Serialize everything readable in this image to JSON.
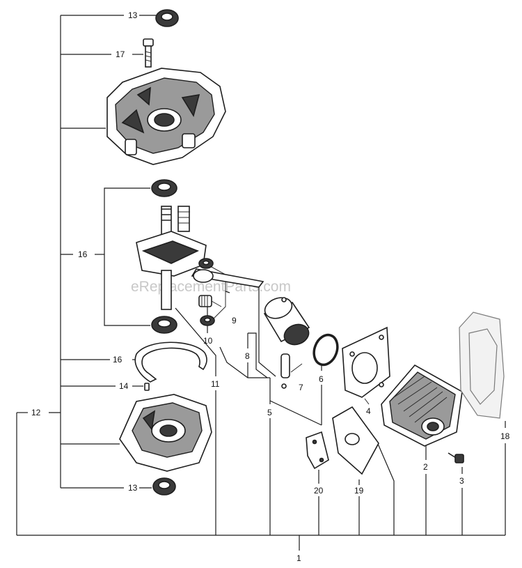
{
  "watermark": "eReplacementParts.com",
  "callouts": {
    "c13_top": "13",
    "c17": "17",
    "c16_upper": "16",
    "c16_lower": "16",
    "c14": "14",
    "c13_bottom": "13",
    "c12": "12",
    "c11": "11",
    "c10": "10",
    "c9": "9",
    "c8": "8",
    "c7": "7",
    "c6": "6",
    "c5": "5",
    "c4": "4",
    "c2": "2",
    "c3": "3",
    "c18": "18",
    "c19": "19",
    "c20": "20",
    "c1": "1"
  },
  "colors": {
    "line": "#1a1a1a",
    "watermark": "#c8c8c8",
    "shade": "#3a3a3a"
  }
}
